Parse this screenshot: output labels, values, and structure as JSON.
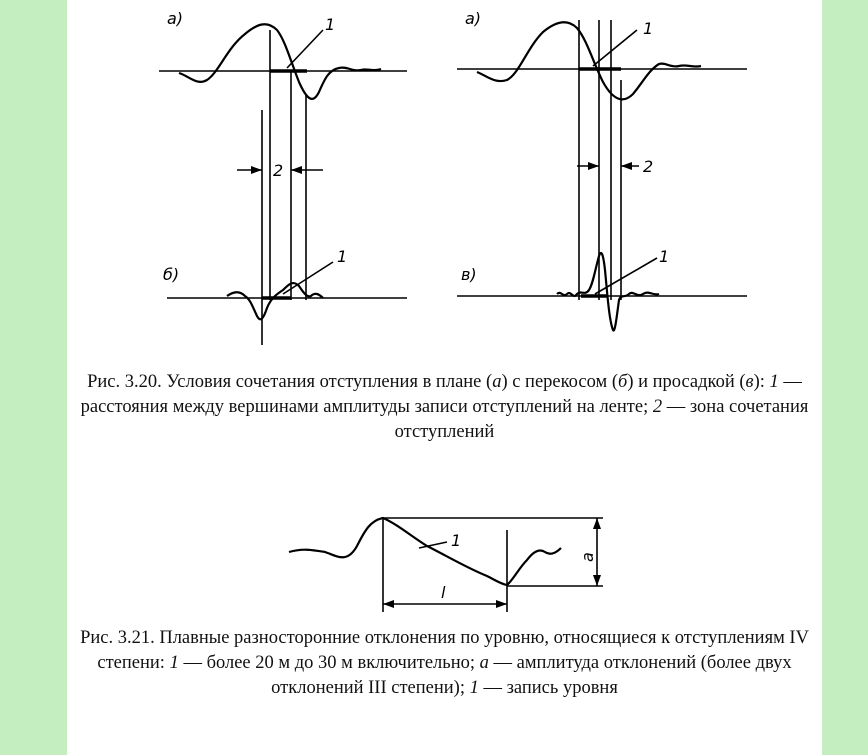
{
  "fig1": {
    "labels": {
      "a_left": "а)",
      "a_right": "а)",
      "b": "б)",
      "v": "в)",
      "n1_top_left": "1",
      "n1_top_right": "1",
      "n1_bot_left": "1",
      "n1_bot_right": "1",
      "n2_left": "2",
      "n2_right": "2"
    },
    "caption": {
      "p1": "Рис. 3.20. Условия сочетания отступления в плане (",
      "i1": "а",
      "p2": ") с перекосом (",
      "i2": "б",
      "p3": ") и просадкой (",
      "i3": "в",
      "p4": "): ",
      "i4": "1",
      "p5": " — расстояния между вершинами амплитуды записи отступлений на ленте; ",
      "i5": "2",
      "p6": " — зона сочетания отступлений"
    }
  },
  "fig2": {
    "labels": {
      "n1": "1",
      "l": "l",
      "a": "a"
    },
    "caption": {
      "p1": "Рис. 3.21. Плавные разносторонние отклонения по уровню, относящиеся к отступлениям IV степени: ",
      "i1": "1",
      "p2": " — более 20 м до 30 м включительно; ",
      "i2": "а",
      "p3": " — амплитуда отклонений (более двух отклонений III степени); ",
      "i3": "1",
      "p4": " — запись уровня"
    }
  }
}
